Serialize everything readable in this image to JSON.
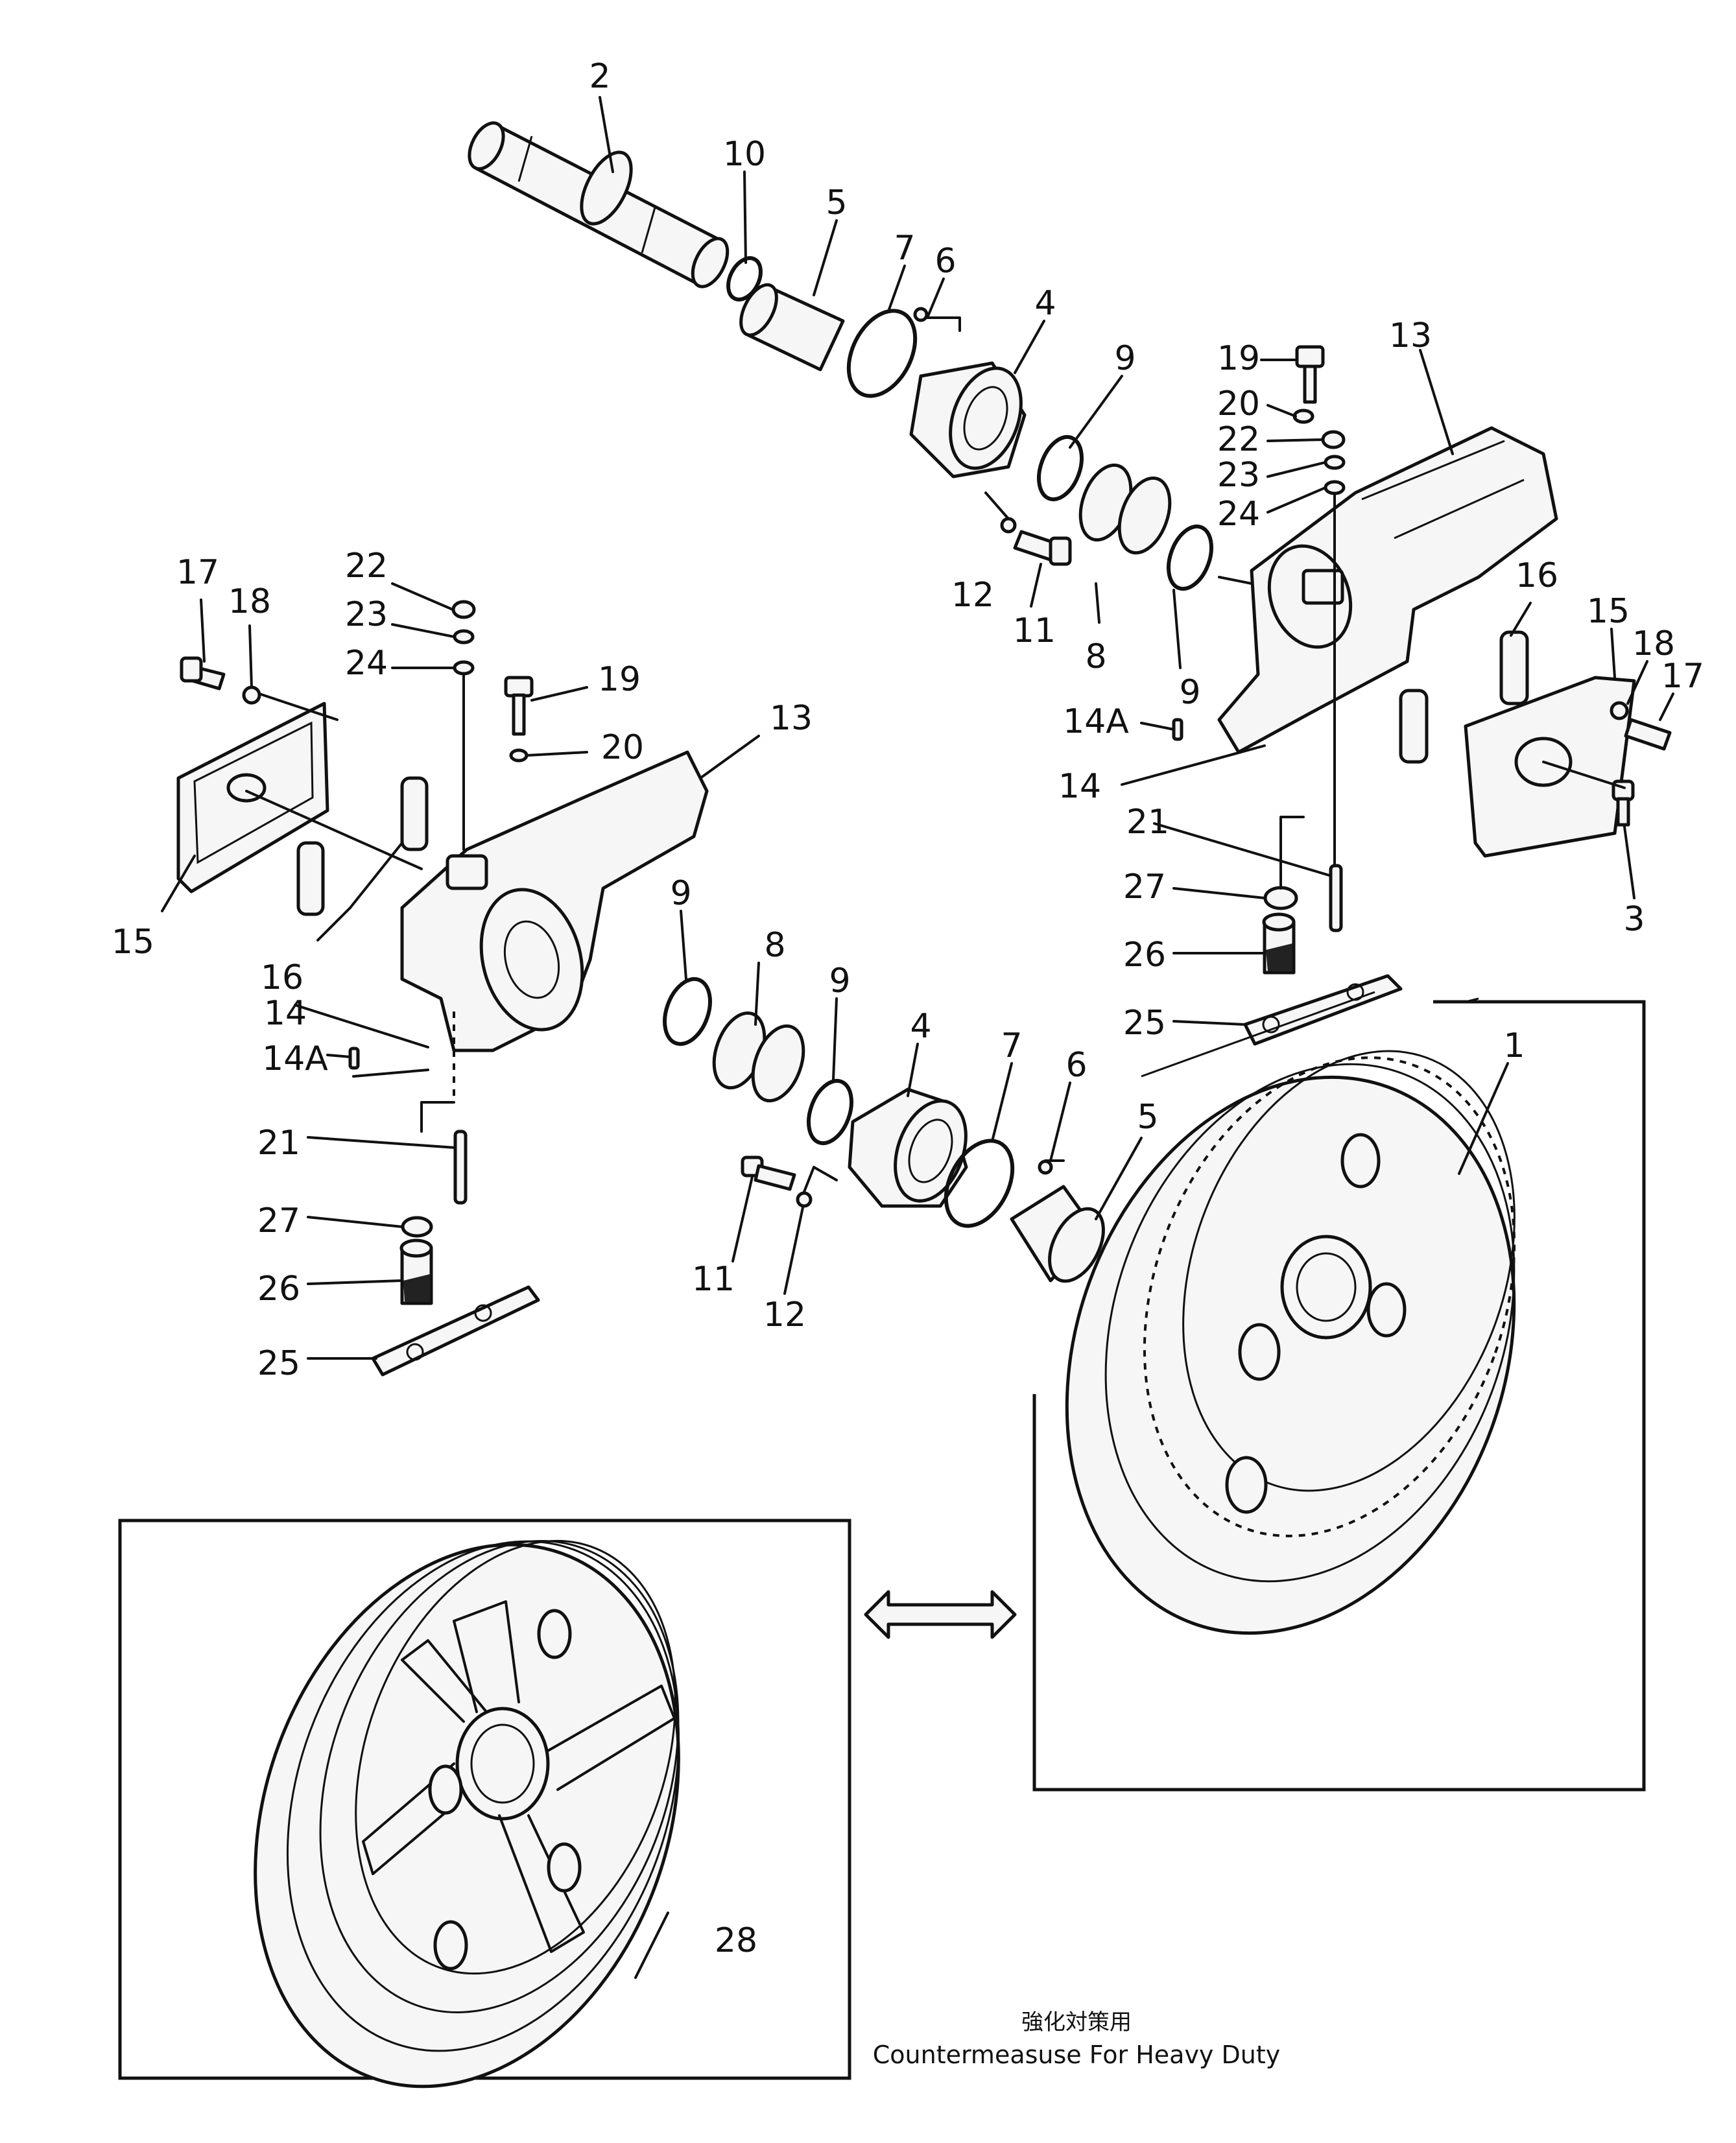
{
  "callouts": {
    "c1": "1",
    "c2": "2",
    "c3": "3",
    "c4a": "4",
    "c4b": "4",
    "c5a": "5",
    "c5b": "5",
    "c6a": "6",
    "c6b": "6",
    "c7a": "7",
    "c7b": "7",
    "c8a": "8",
    "c8b": "8",
    "c9a": "9",
    "c9b": "9",
    "c9c": "9",
    "c9d": "9",
    "c10": "10",
    "c11a": "11",
    "c11b": "11",
    "c12a": "12",
    "c12b": "12",
    "c13a": "13",
    "c13b": "13",
    "c14a": "14",
    "c14b": "14",
    "c14Aa": "14A",
    "c14Ab": "14A",
    "c15a": "15",
    "c15b": "15",
    "c16a": "16",
    "c16b": "16",
    "c17a": "17",
    "c17b": "17",
    "c18a": "18",
    "c18b": "18",
    "c19a": "19",
    "c19b": "19",
    "c20a": "20",
    "c20b": "20",
    "c21a": "21",
    "c21b": "21",
    "c22a": "22",
    "c22b": "22",
    "c23a": "23",
    "c23b": "23",
    "c24a": "24",
    "c24b": "24",
    "c25a": "25",
    "c25b": "25",
    "c26a": "26",
    "c26b": "26",
    "c27a": "27",
    "c27b": "27",
    "c28": "28"
  },
  "caption": {
    "japanese": "強化対策用",
    "english": "Countermeasuse For Heavy Duty"
  },
  "icons": {
    "interchange": "double-headed-arrow-icon"
  }
}
